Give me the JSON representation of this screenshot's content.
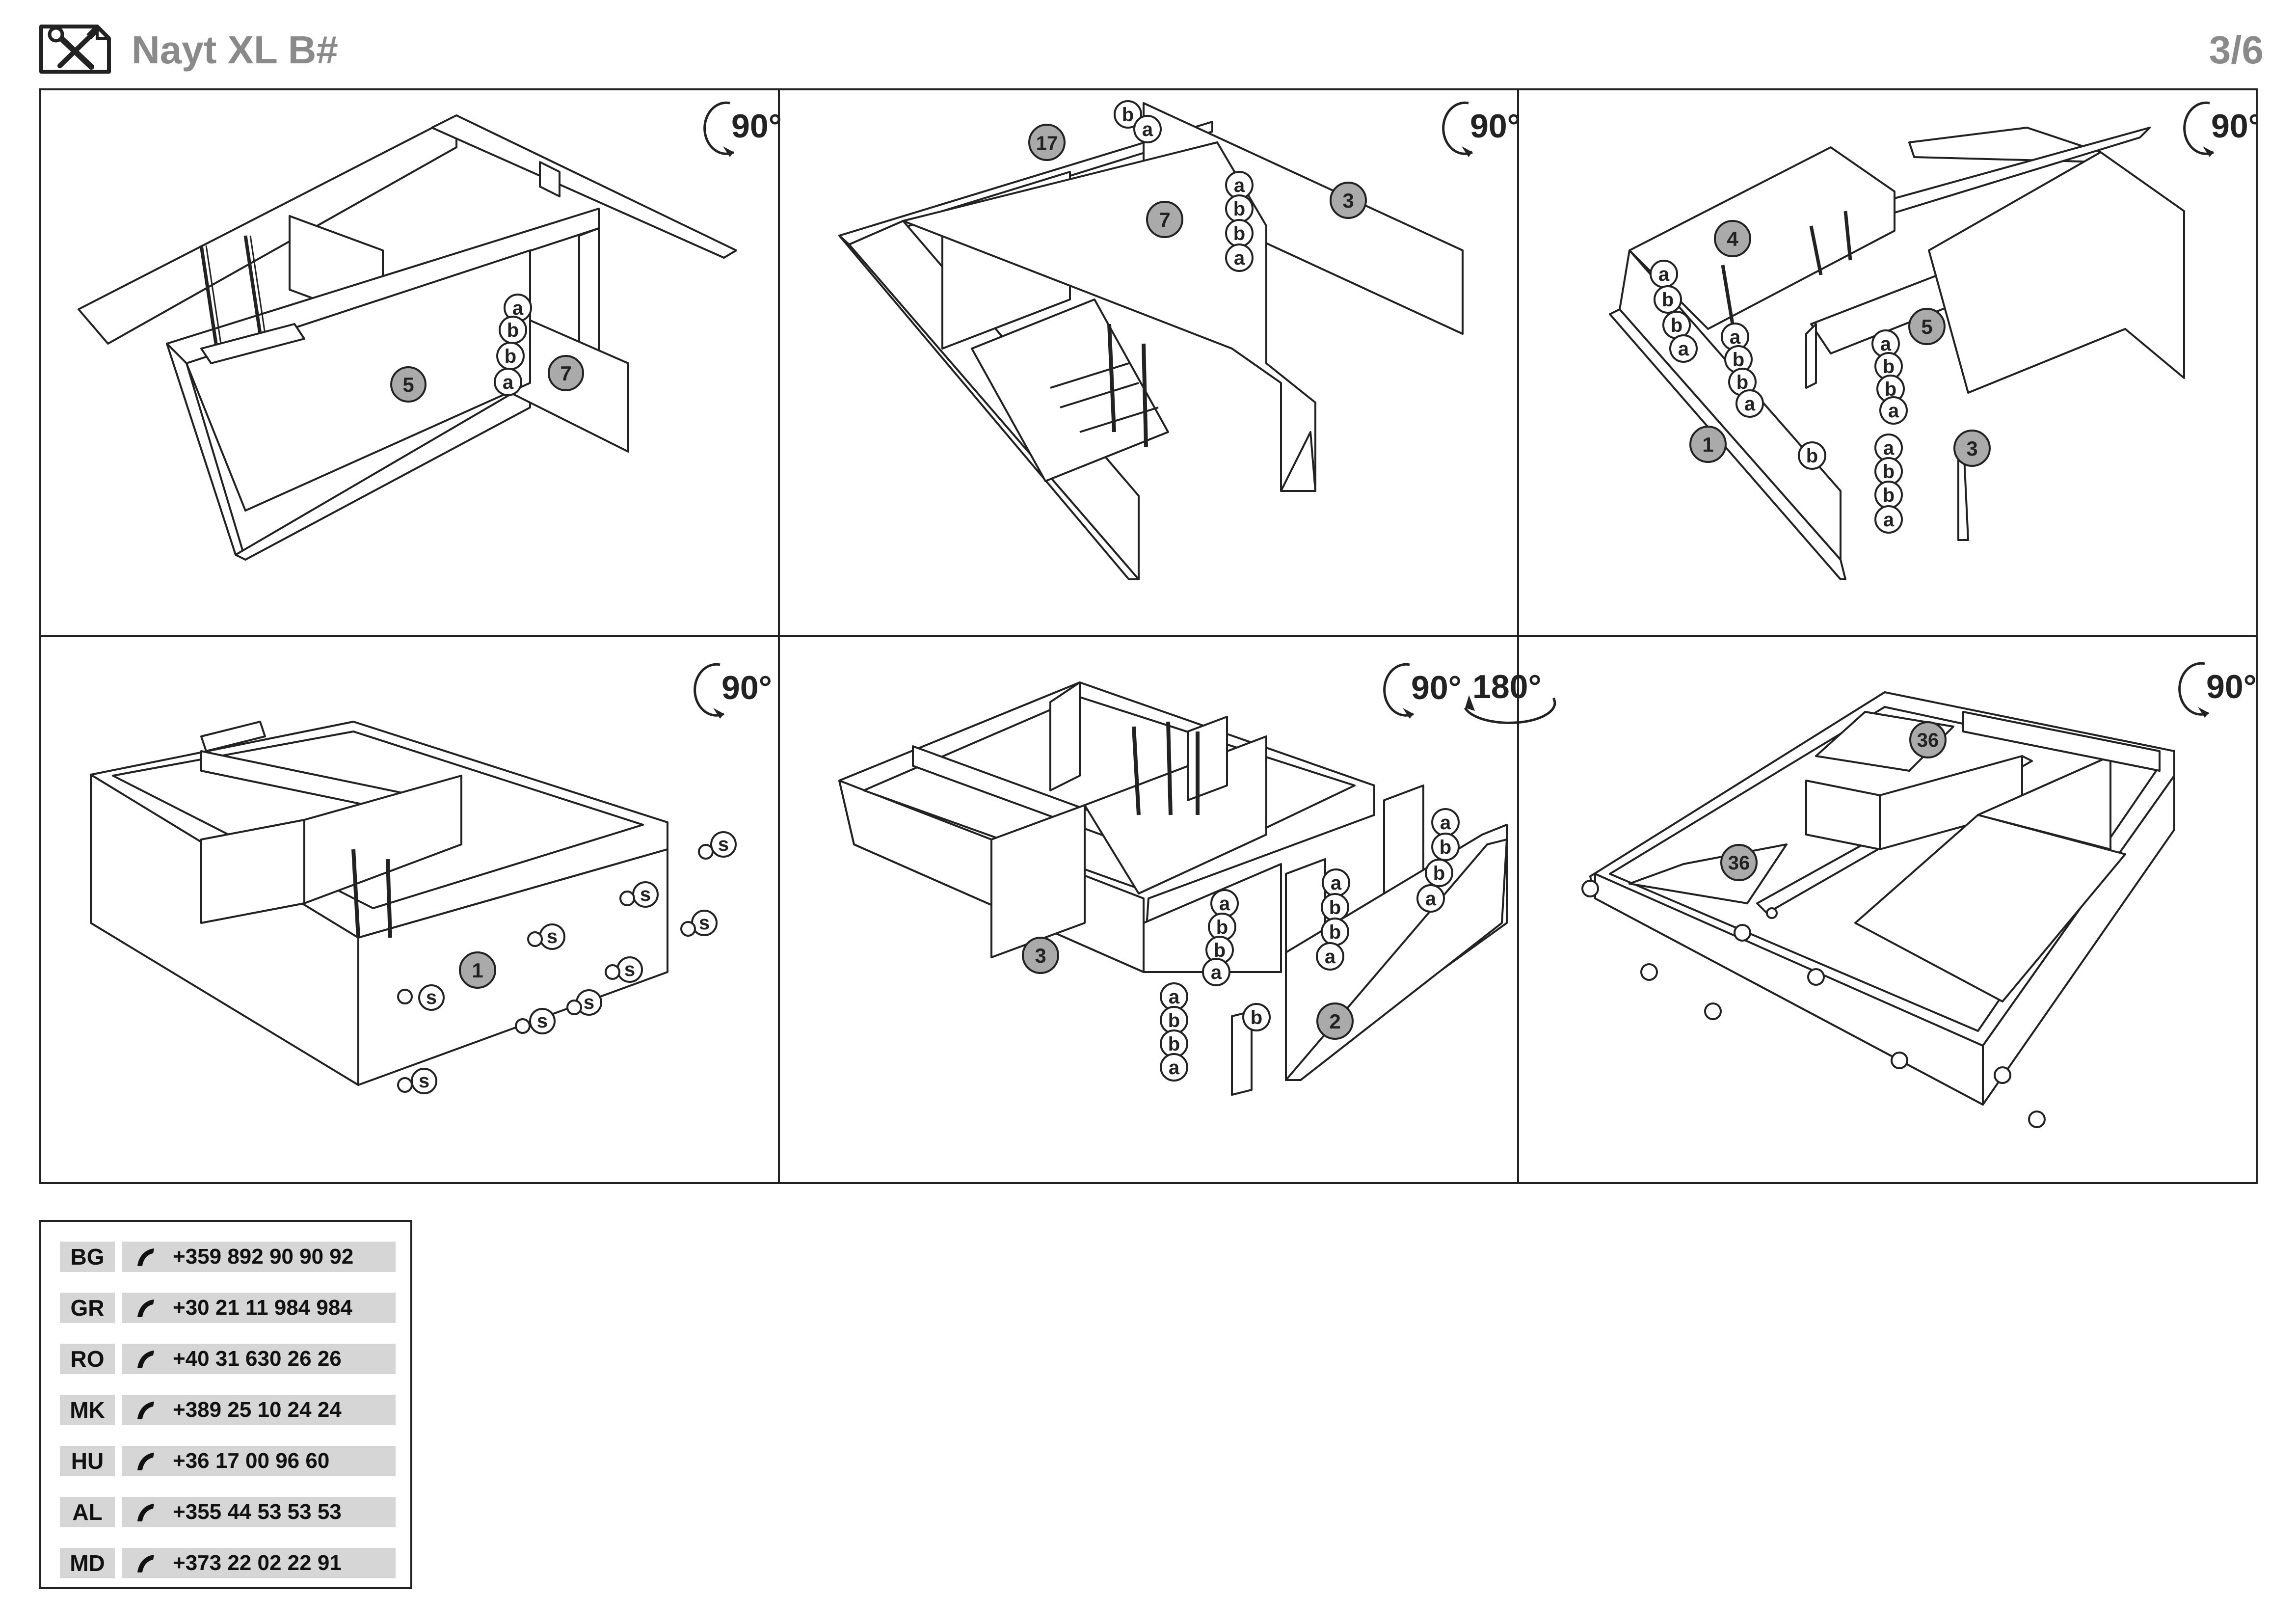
{
  "header": {
    "title": "Nayt XL B#",
    "page": "3/6",
    "icon": "tools-icon"
  },
  "steps": [
    {
      "rotations": [
        "90°"
      ],
      "parts": [
        "5",
        "7"
      ],
      "hardware": [
        "a",
        "b",
        "b",
        "a"
      ]
    },
    {
      "rotations": [
        "90°"
      ],
      "parts": [
        "17",
        "7",
        "3"
      ],
      "hardware": [
        "b",
        "a",
        "a",
        "b",
        "b",
        "a"
      ]
    },
    {
      "rotations": [
        "90°"
      ],
      "parts": [
        "4",
        "5",
        "1",
        "3"
      ],
      "hardware": [
        "a",
        "b",
        "b",
        "a",
        "a",
        "b",
        "b",
        "a",
        "a",
        "b",
        "b",
        "a",
        "b",
        "a",
        "b",
        "b",
        "a"
      ]
    },
    {
      "rotations": [
        "90°"
      ],
      "parts": [
        "1"
      ],
      "hardware": [
        "s",
        "s",
        "s",
        "s",
        "s",
        "s",
        "s",
        "s",
        "s"
      ]
    },
    {
      "rotations": [
        "90°",
        "180°"
      ],
      "parts": [
        "3",
        "2"
      ],
      "hardware": [
        "a",
        "b",
        "b",
        "a",
        "a",
        "b",
        "b",
        "a",
        "a",
        "b",
        "b",
        "a",
        "b",
        "a",
        "b",
        "b",
        "a"
      ]
    },
    {
      "rotations": [
        "90°"
      ],
      "parts": [
        "36",
        "36"
      ],
      "hardware": []
    }
  ],
  "contacts": [
    {
      "code": "BG",
      "phone": "+359 892 90 90 92"
    },
    {
      "code": "GR",
      "phone": "+30 21 11 984 984"
    },
    {
      "code": "RO",
      "phone": "+40 31 630 26 26"
    },
    {
      "code": "MK",
      "phone": "+389 25 10 24 24"
    },
    {
      "code": "HU",
      "phone": "+36 17 00 96 60"
    },
    {
      "code": "AL",
      "phone": "+355 44 53 53 53"
    },
    {
      "code": "MD",
      "phone": "+373 22 02 22 91"
    }
  ]
}
